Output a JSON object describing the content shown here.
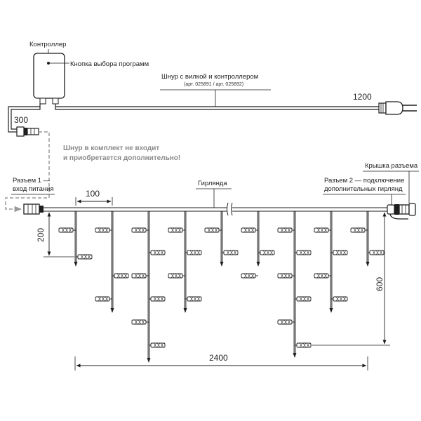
{
  "labels": {
    "controller": "Контроллер",
    "button": "Кнопка выбора программ",
    "cord_title": "Шнур с вилкой и контроллером",
    "cord_art": "(арт. 025891 / арт. 025892)",
    "note_line1": "Шнур в комплект не входит",
    "note_line2": "и приобретается дополнительно!",
    "connector1_line1": "Разъем 1 —",
    "connector1_line2": "вход питания",
    "garland": "Гирлянда",
    "connector2_line1": "Разъем 2 — подключение",
    "connector2_line2": "дополнительных гирлянд",
    "cap": "Крышка разъема"
  },
  "dimensions": {
    "cord_length": "1200",
    "controller_lead": "300",
    "spacing": "100",
    "offset": "200",
    "max_drop": "600",
    "total_length": "2400"
  },
  "colors": {
    "line": "#1e1e1e",
    "dashed": "#9a9a9a",
    "text": "#1e1e1e",
    "note": "#8a8a8a"
  }
}
